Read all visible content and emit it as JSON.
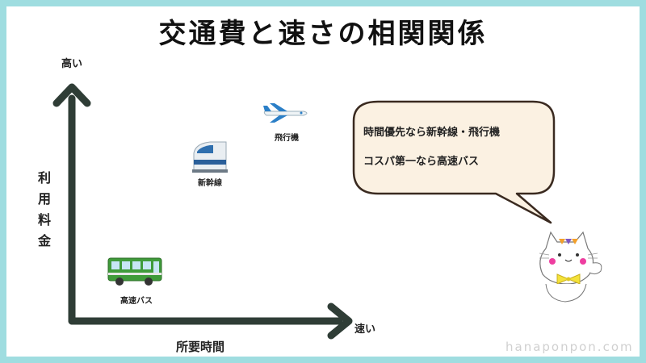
{
  "title": "交通費と速さの相関関係",
  "y_axis": {
    "top_label": "高い",
    "title": "利用料金",
    "title_chars": [
      "利",
      "用",
      "料",
      "金"
    ]
  },
  "x_axis": {
    "right_label": "速い",
    "title": "所要時間"
  },
  "items": [
    {
      "label": "飛行機",
      "icon": "airplane-icon"
    },
    {
      "label": "新幹線",
      "icon": "bullet-train-icon"
    },
    {
      "label": "高速バス",
      "icon": "bus-icon"
    }
  ],
  "bubble": {
    "lines": [
      "時間優先なら新幹線・飛行機",
      "コスパ第一なら高速バス"
    ]
  },
  "watermark": "hanaponpon.com",
  "colors": {
    "frame": "#9fdde0",
    "axis": "#2f3d36",
    "bubble_fill": "#fbf1e2",
    "bubble_stroke": "#3a2a20",
    "bus_green": "#3f9b3a"
  }
}
